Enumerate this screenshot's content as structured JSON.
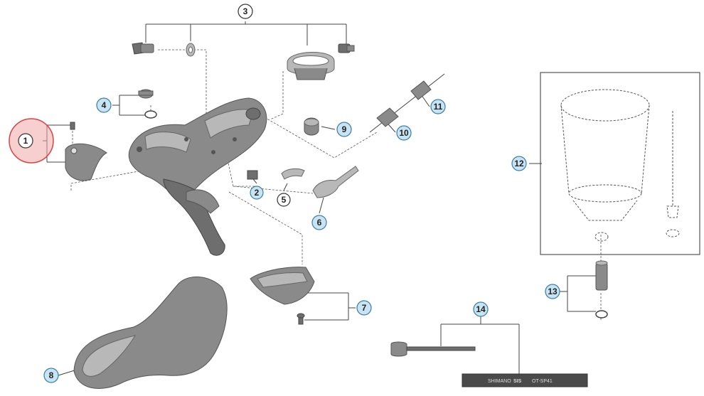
{
  "callouts": [
    {
      "id": "1",
      "style": "highlight"
    },
    {
      "id": "2",
      "style": "blue"
    },
    {
      "id": "3",
      "style": "plain"
    },
    {
      "id": "4",
      "style": "blue"
    },
    {
      "id": "5",
      "style": "plain"
    },
    {
      "id": "6",
      "style": "blue"
    },
    {
      "id": "7",
      "style": "blue"
    },
    {
      "id": "8",
      "style": "blue"
    },
    {
      "id": "9",
      "style": "blue"
    },
    {
      "id": "10",
      "style": "blue"
    },
    {
      "id": "11",
      "style": "blue"
    },
    {
      "id": "12",
      "style": "blue"
    },
    {
      "id": "13",
      "style": "blue"
    },
    {
      "id": "14",
      "style": "blue"
    }
  ],
  "cable_print": {
    "brand": "SHIMANO",
    "logo": "SIS",
    "model": "OT-SP41"
  },
  "colors": {
    "callout_fill": "#c8e3f2",
    "callout_stroke": "#3a7ea6",
    "highlight_fill": "#f0a8a8",
    "highlight_stroke": "#d64545",
    "part_gray": "#8a8a8a"
  }
}
